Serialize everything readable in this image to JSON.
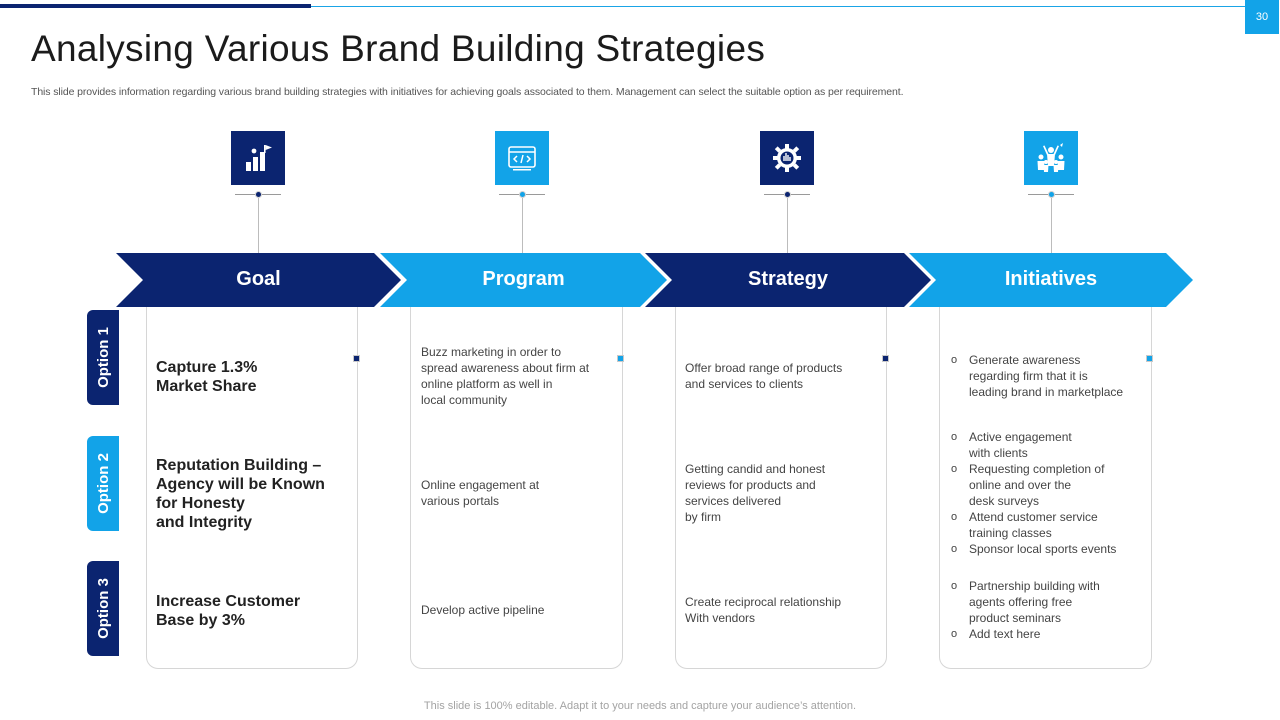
{
  "page_number": "30",
  "title": "Analysing Various Brand Building Strategies",
  "subtitle": "This slide provides information regarding various brand building strategies with initiatives for achieving goals associated to them. Management can select the suitable option as per requirement.",
  "footer": "This slide is 100% editable. Adapt it to your needs and capture your audience’s attention.",
  "colors": {
    "dark": "#0b2470",
    "light": "#12a3e8"
  },
  "columns": [
    {
      "label": "Goal",
      "icon": "flag-bar-chart-icon"
    },
    {
      "label": "Program",
      "icon": "code-window-icon"
    },
    {
      "label": "Strategy",
      "icon": "gear-hand-icon"
    },
    {
      "label": "Initiatives",
      "icon": "team-celebration-icon"
    }
  ],
  "options": [
    "Option 1",
    "Option 2",
    "Option 3"
  ],
  "goal": {
    "o1": "Capture 1.3%\nMarket Share",
    "o2": "Reputation Building –\nAgency will be Known\nfor Honesty\nand Integrity",
    "o3": "Increase Customer\nBase by 3%"
  },
  "program": {
    "o1": "Buzz marketing in order to\nspread awareness about firm at\nonline platform as well in\nlocal community",
    "o2": "Online engagement at\nvarious portals",
    "o3": "Develop active pipeline"
  },
  "strategy": {
    "o1": "Offer broad range of products\nand services to clients",
    "o2": "Getting candid and honest\nreviews for products and\nservices delivered\nby firm",
    "o3": "Create reciprocal relationship\nWith vendors"
  },
  "initiatives": {
    "o1": [
      "Generate awareness\nregarding firm that it is\nleading brand in marketplace"
    ],
    "o2": [
      "Active engagement\nwith clients",
      "Requesting completion of\nonline and over the\ndesk surveys",
      "Attend customer service\ntraining classes",
      "Sponsor local sports events"
    ],
    "o3": [
      "Partnership building with\nagents offering free\nproduct seminars",
      "Add text here"
    ]
  }
}
